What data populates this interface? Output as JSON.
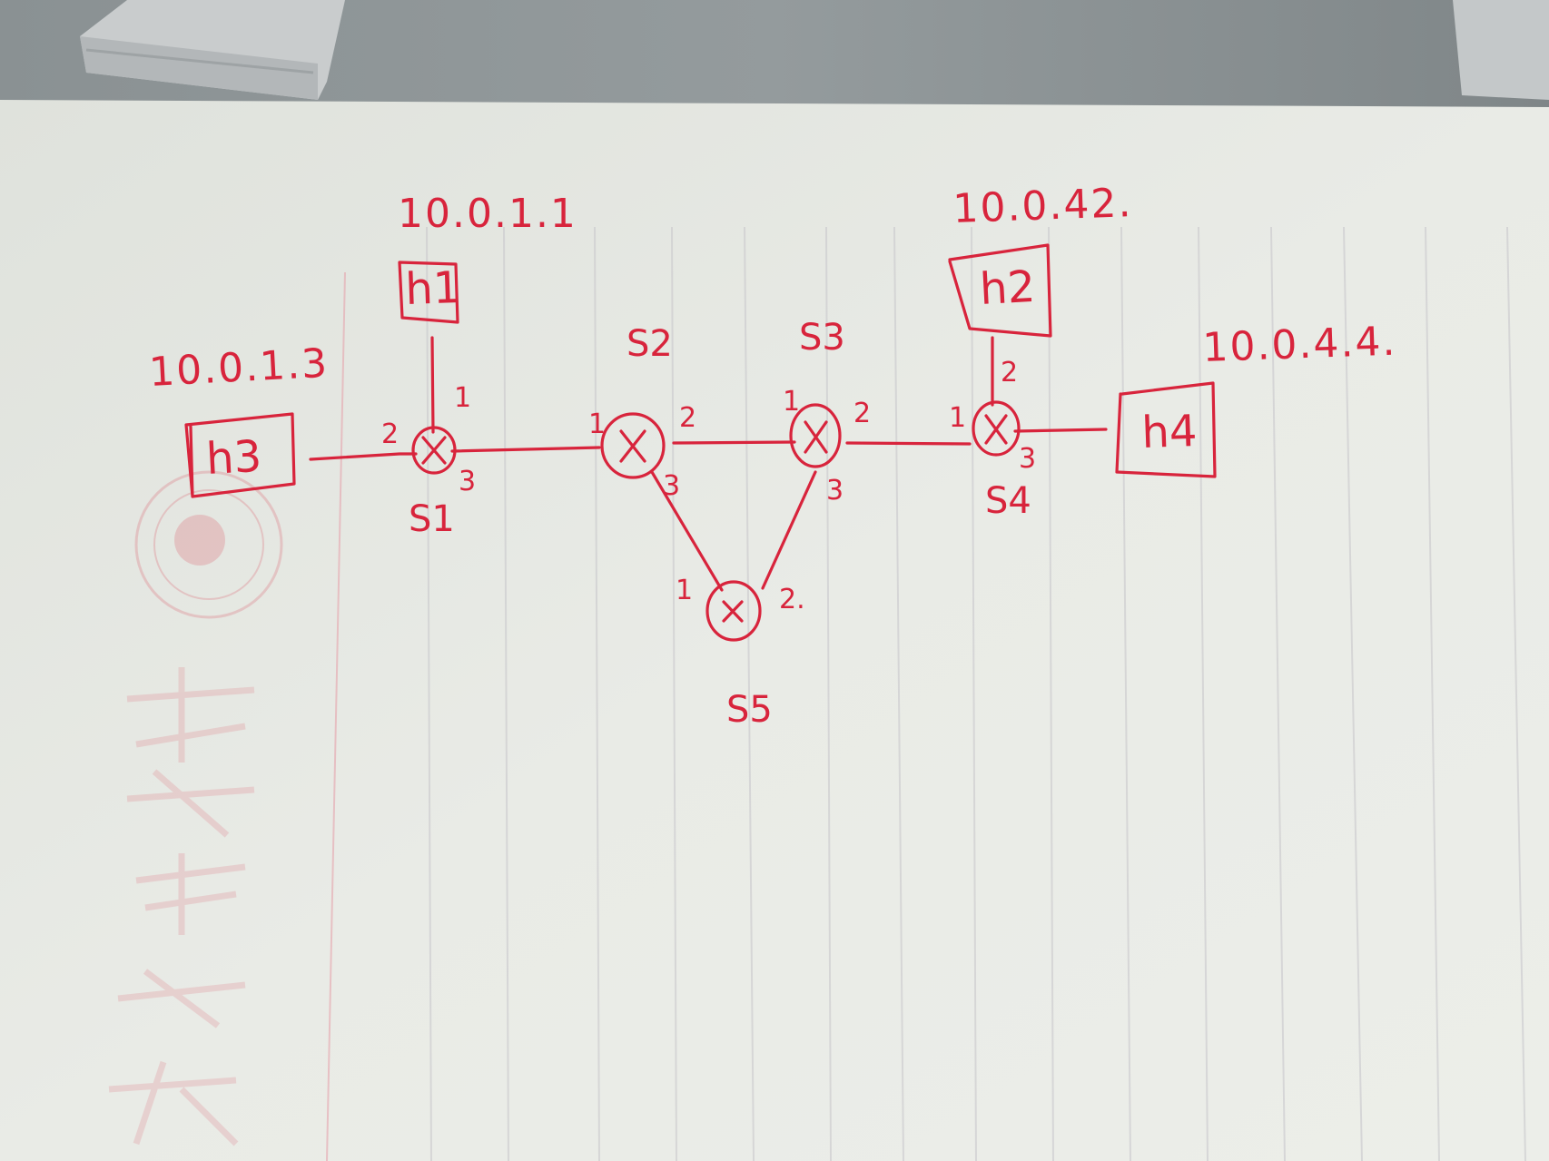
{
  "diagram": {
    "ink_color": "#d8243c",
    "paper_color": "#e9ebe6",
    "background_color": "#8e9597",
    "switch_symbol": "X",
    "hosts": [
      {
        "id": "h1",
        "label": "h1",
        "ip": "10.0.1.1"
      },
      {
        "id": "h2",
        "label": "h2",
        "ip": "10.0.42."
      },
      {
        "id": "h3",
        "label": "h3",
        "ip": "10.0.1.3"
      },
      {
        "id": "h4",
        "label": "h4",
        "ip": "10.0.4.4."
      }
    ],
    "switches": [
      {
        "id": "s1",
        "label": "S1"
      },
      {
        "id": "s2",
        "label": "S2"
      },
      {
        "id": "s3",
        "label": "S3"
      },
      {
        "id": "s4",
        "label": "S4"
      },
      {
        "id": "s5",
        "label": "S5"
      }
    ],
    "links": [
      {
        "from": "h1",
        "to": "s1",
        "port": "1"
      },
      {
        "from": "h3",
        "to": "s1",
        "port": "2"
      },
      {
        "from": "s1",
        "to": "s2",
        "port_a": "3",
        "port_b": "1"
      },
      {
        "from": "s2",
        "to": "s3",
        "port_a": "2",
        "port_b": "1"
      },
      {
        "from": "s2",
        "to": "s5",
        "port_a": "3",
        "port_b": "1"
      },
      {
        "from": "s3",
        "to": "s5",
        "port_a": "3",
        "port_b": "2."
      },
      {
        "from": "s3",
        "to": "s4",
        "port_a": "2",
        "port_b": "1"
      },
      {
        "from": "h2",
        "to": "s4",
        "port": "2"
      },
      {
        "from": "s4",
        "to": "h4",
        "port": "3"
      }
    ]
  }
}
